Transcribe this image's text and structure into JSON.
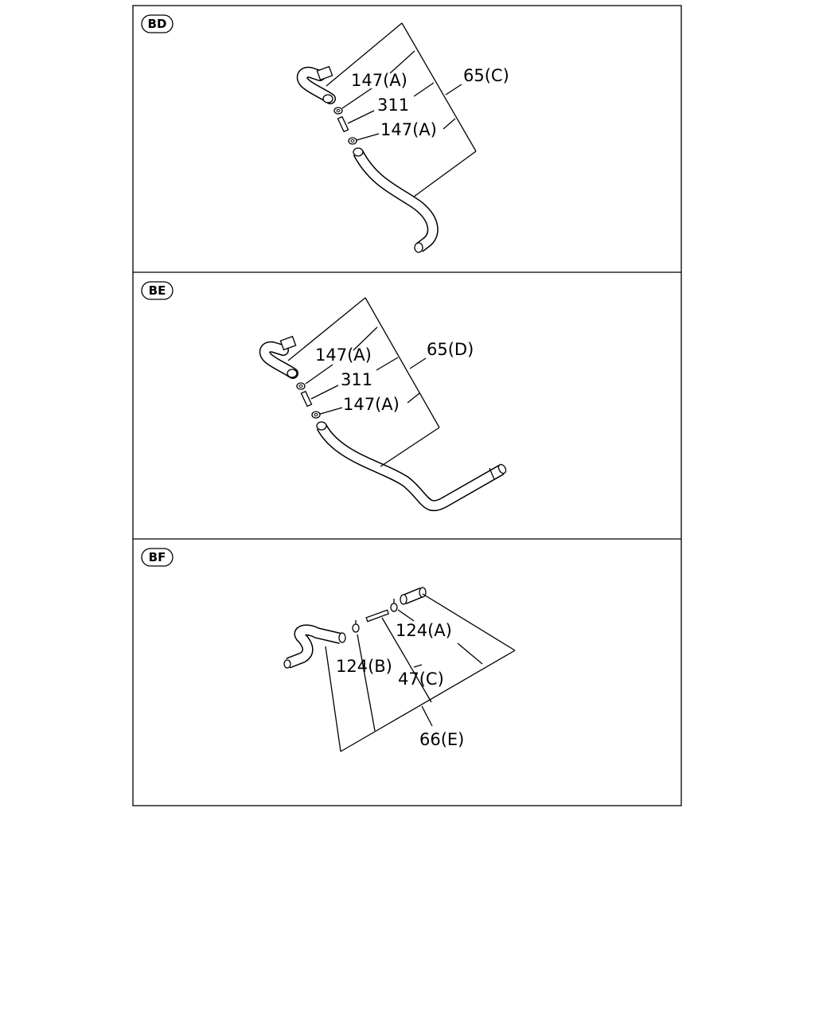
{
  "panels": [
    {
      "tag": "BD",
      "labels": {
        "clamp_top": "147(A)",
        "union": "311",
        "clamp_bottom": "147(A)",
        "assembly": "65(C)"
      }
    },
    {
      "tag": "BE",
      "labels": {
        "clamp_top": "147(A)",
        "union": "311",
        "clamp_bottom": "147(A)",
        "assembly": "65(D)"
      }
    },
    {
      "tag": "BF",
      "labels": {
        "clamp_right": "124(A)",
        "clamp_left": "124(B)",
        "pipe": "47(C)",
        "assembly": "66(E)"
      }
    }
  ]
}
